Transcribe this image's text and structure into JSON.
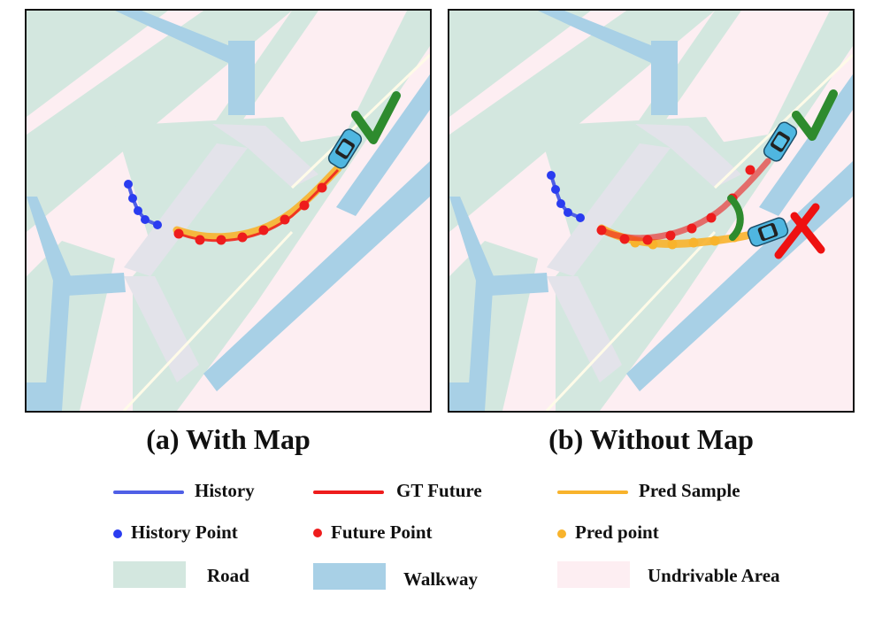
{
  "captions": {
    "with_map": "(a) With Map",
    "without_map": "(b) Without Map"
  },
  "legend": {
    "history": "History",
    "gt_future": "GT Future",
    "pred_sample": "Pred Sample",
    "history_point": "History Point",
    "future_point": "Future Point",
    "pred_point": "Pred point",
    "road": "Road",
    "walkway": "Walkway",
    "undrivable": "Undrivable Area"
  },
  "colors": {
    "history": "#4f5fe6",
    "history_point": "#2a3cf0",
    "gt_future": "#ee1c1c",
    "pred": "#f8b32c",
    "road": "#d3e7df",
    "walkway": "#a8d0e6",
    "undrivable": "#fdeef2",
    "crosswalk": "#e3e3ea",
    "check": "#2e8b2e",
    "cross": "#ee1111"
  },
  "icons": {
    "correct": "check-mark-icon",
    "wrong": "cross-mark-icon",
    "vehicle": "car-icon"
  }
}
